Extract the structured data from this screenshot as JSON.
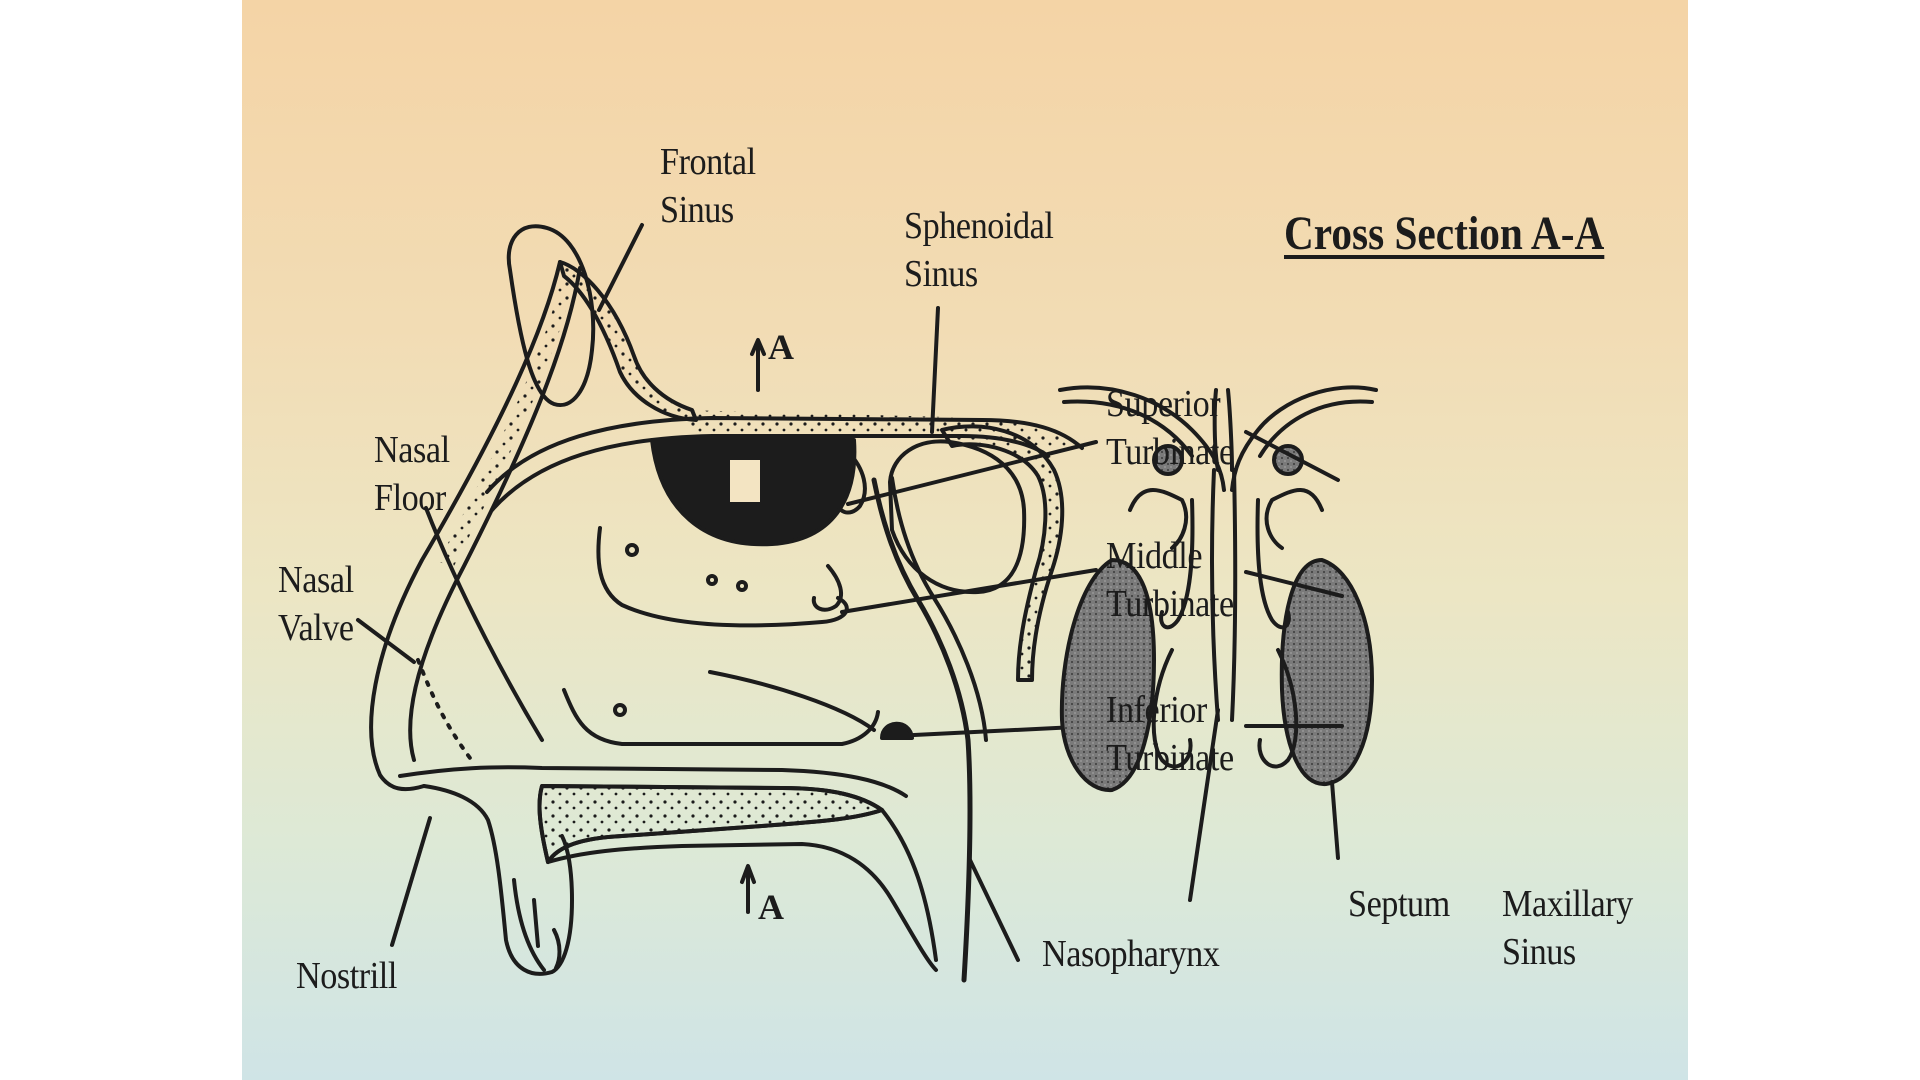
{
  "title": "Cross Section A-A",
  "labels": {
    "frontal_sinus": [
      "Frontal",
      "Sinus"
    ],
    "sphenoidal_sinus": [
      "Sphenoidal",
      "Sinus"
    ],
    "superior_turbinate": [
      "Superior",
      "Turbinate"
    ],
    "middle_turbinate": [
      "Middle",
      "Turbinate"
    ],
    "inferior_turbinate": [
      "Inferior",
      "Turbinate"
    ],
    "nasal_floor": [
      "Nasal",
      "Floor"
    ],
    "nasal_valve": [
      "Nasal",
      "Valve"
    ],
    "nostrill": "Nostrill",
    "nasopharynx": "Nasopharynx",
    "septum": "Septum",
    "maxillary_sinus": [
      "Maxillary",
      "Sinus"
    ],
    "section_marker": "A"
  },
  "colors": {
    "ink": "#1c1c1c",
    "sinus_fill": "#6a6a6a",
    "background_top": "#f4d4a6",
    "background_bottom": "#cfe4e6"
  }
}
